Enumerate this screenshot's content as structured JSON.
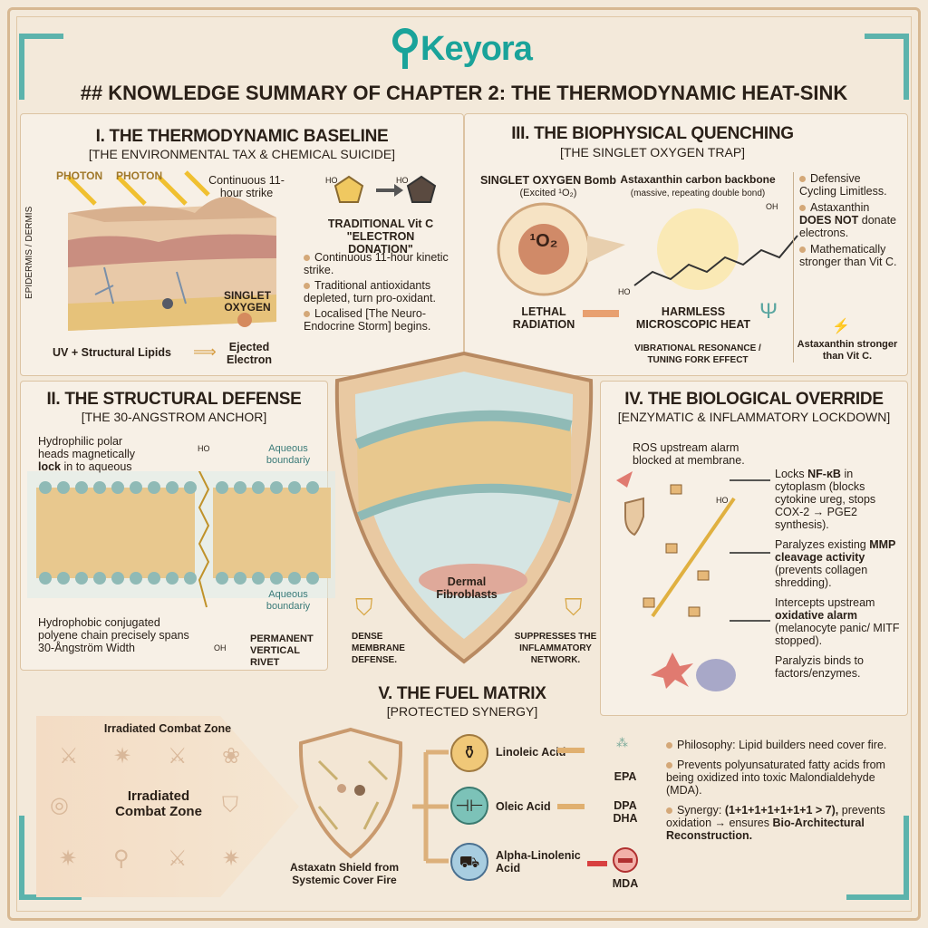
{
  "brand": {
    "logo": "Keyora",
    "color": "#1aa39a"
  },
  "title": "## KNOWLEDGE SUMMARY OF CHAPTER 2: THE THERMODYNAMIC HEAT-SINK",
  "s1": {
    "heading": "I. THE THERMODYNAMIC BASELINE",
    "sub": "[THE ENVIRONMENTAL TAX & CHEMICAL SUICIDE]",
    "photon1": "PHOTON",
    "photon2": "PHOTON",
    "strike": "Continuous 11-hour strike",
    "layer": "EPIDERMIS / DERMIS",
    "singlet": "SINGLET OXYGEN",
    "uv": "UV + Structural Lipids",
    "ejected": "Ejected Electron",
    "vitc": "TRADITIONAL Vit C \"ELECTRON DONATION\"",
    "ho1": "HO",
    "ho2": "HO",
    "notes": [
      "Continuous 11-hour kinetic strike.",
      "Traditional antioxidants depleted, turn pro-oxidant.",
      "Localised [The Neuro-Endocrine Storm] begins."
    ]
  },
  "s3": {
    "heading": "III. THE BIOPHYSICAL QUENCHING",
    "sub": "[THE SINGLET OXYGEN TRAP]",
    "bomb": "SINGLET OXYGEN Bomb",
    "excited": "(Excited ¹O₂)",
    "o2": "¹O₂",
    "backbone": "Astaxanthin carbon backbone",
    "backbone_sub": "(massive, repeating double bond)",
    "oh": "OH",
    "ho": "HO",
    "lethal": "LETHAL RADIATION",
    "harmless": "HARMLESS MICROSCOPIC HEAT",
    "resonance": "VIBRATIONAL RESONANCE / TUNING FORK EFFECT",
    "notes": [
      "Defensive Cycling Limitless.",
      "Astaxanthin",
      "DOES NOT",
      "donate electrons.",
      "Mathematically stronger than Vit C."
    ],
    "footer": "Astaxanthin stronger than Vit C."
  },
  "s2": {
    "heading": "II. THE STRUCTURAL DEFENSE",
    "sub": "[THE 30-ANGSTROM ANCHOR]",
    "polar_a": "Hydrophilic polar heads magnetically ",
    "polar_b": "lock",
    "polar_c": " in to aqueous",
    "aq1": "Aqueous boundariy",
    "aq2": "Aqueous boundariy",
    "ho": "HO",
    "oh": "OH",
    "chain": "Hydrophobic conjugated polyene chain precisely spans 30-Ångström Width",
    "rivet": "PERMANENT VERTICAL RIVET"
  },
  "center": {
    "fibroblasts": "Dermal Fibroblasts",
    "dense": "DENSE MEMBRANE DEFENSE.",
    "suppress": "SUPPRESSES THE INFLAMMATORY NETWORK."
  },
  "s4": {
    "heading": "IV. THE BIOLOGICAL OVERRIDE",
    "sub": "[ENZYMATIC & INFLAMMATORY LOCKDOWN]",
    "ros": "ROS upstream alarm blocked at membrane.",
    "ho": "HO",
    "n1a": "Locks ",
    "n1b": "NF-κB",
    "n1c": " in cytoplasm (blocks cytokine ureg, stops COX-2 → PGE2 synthesis).",
    "n2a": "Paralyzes existing ",
    "n2b": "MMP cleavage activity",
    "n2c": " (prevents collagen shredding).",
    "n3a": "Intercepts upstream ",
    "n3b": "oxidative alarm",
    "n3c": " (melanocyte panic/ MITF stopped).",
    "n4": "Paralyzis binds to factors/enzymes."
  },
  "s5": {
    "heading": "V. THE FUEL MATRIX",
    "sub": "[PROTECTED SYNERGY]",
    "zone1": "Irradiated Combat Zone",
    "zone2": "Irradiated Combat Zone",
    "shield": "Astaxatn Shield from Systemic Cover Fire",
    "acids": [
      {
        "name": "Linoleic Acid",
        "out": "EPA"
      },
      {
        "name": "Oleic Acid",
        "out": "DPA DHA"
      },
      {
        "name": "Alpha-Linolenic Acid",
        "out": "MDA"
      }
    ],
    "b1": "Philosophy: Lipid builders need cover fire.",
    "b2": "Prevents polyunsaturated fatty acids from being oxidized into toxic Malondialdehyde (MDA).",
    "b3a": "Synergy: ",
    "b3b": "(1+1+1+1+1+1+1 > 7),",
    "b3c": " prevents oxidation → ensures ",
    "b3d": "Bio-Architectural Reconstruction."
  }
}
